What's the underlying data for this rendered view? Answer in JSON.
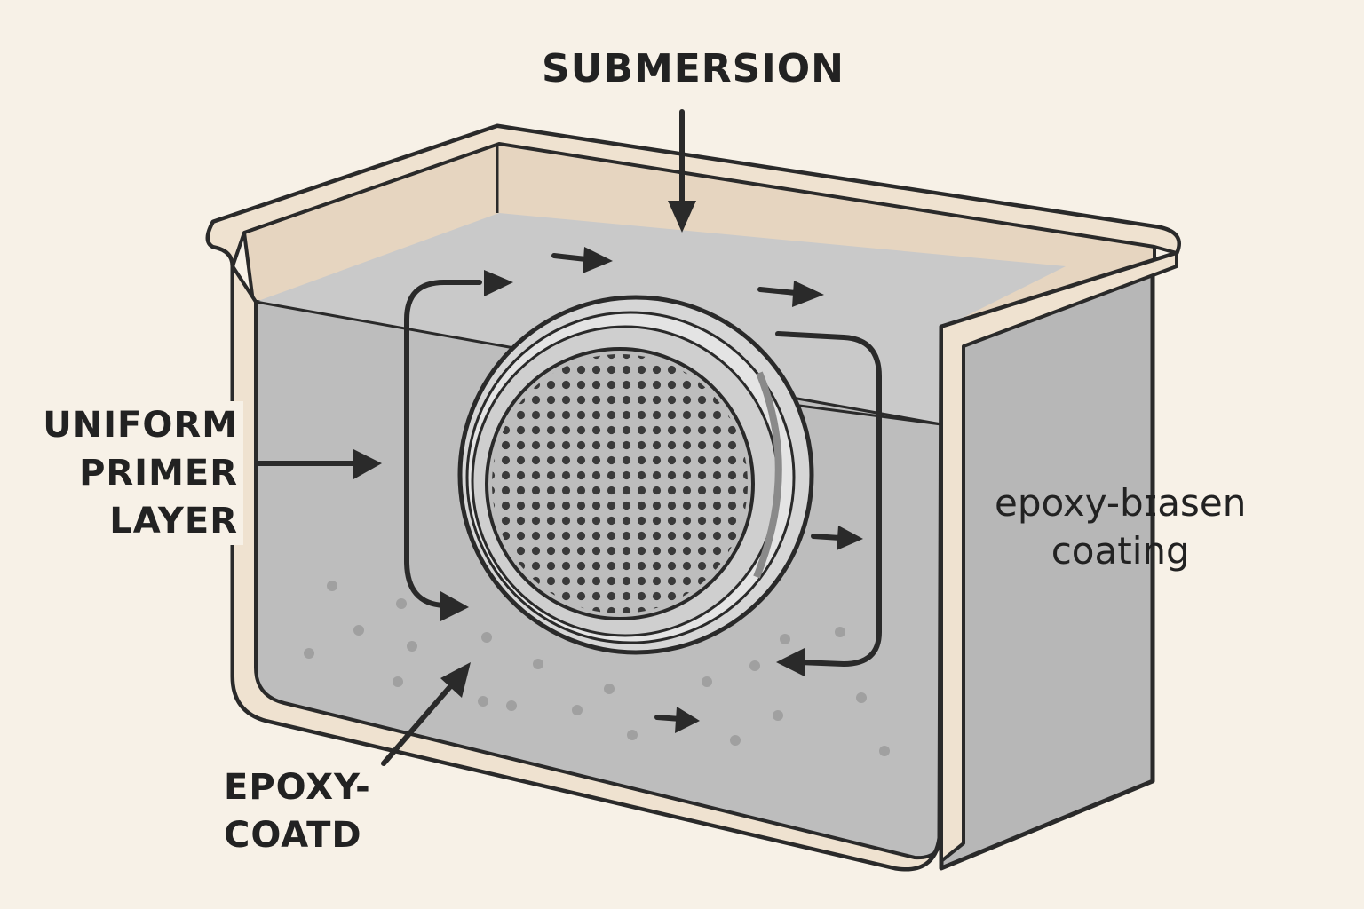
{
  "labels": {
    "top": "SUBMERSION",
    "left_lines": [
      "UNIFORM",
      "PRIMER",
      "LAYER"
    ],
    "bottom_lines": [
      "EPOXY-",
      "COATD"
    ],
    "right_lines": [
      "epoxy-bɪasen",
      "coating"
    ]
  },
  "colors": {
    "background": "#f7f1e7",
    "tank_rim": "#efe2d0",
    "tank_inner_wall": "#e6d5c0",
    "liquid": "#bdbdbd",
    "outline": "#2a2a2a",
    "particles": "#a0a0a0"
  }
}
